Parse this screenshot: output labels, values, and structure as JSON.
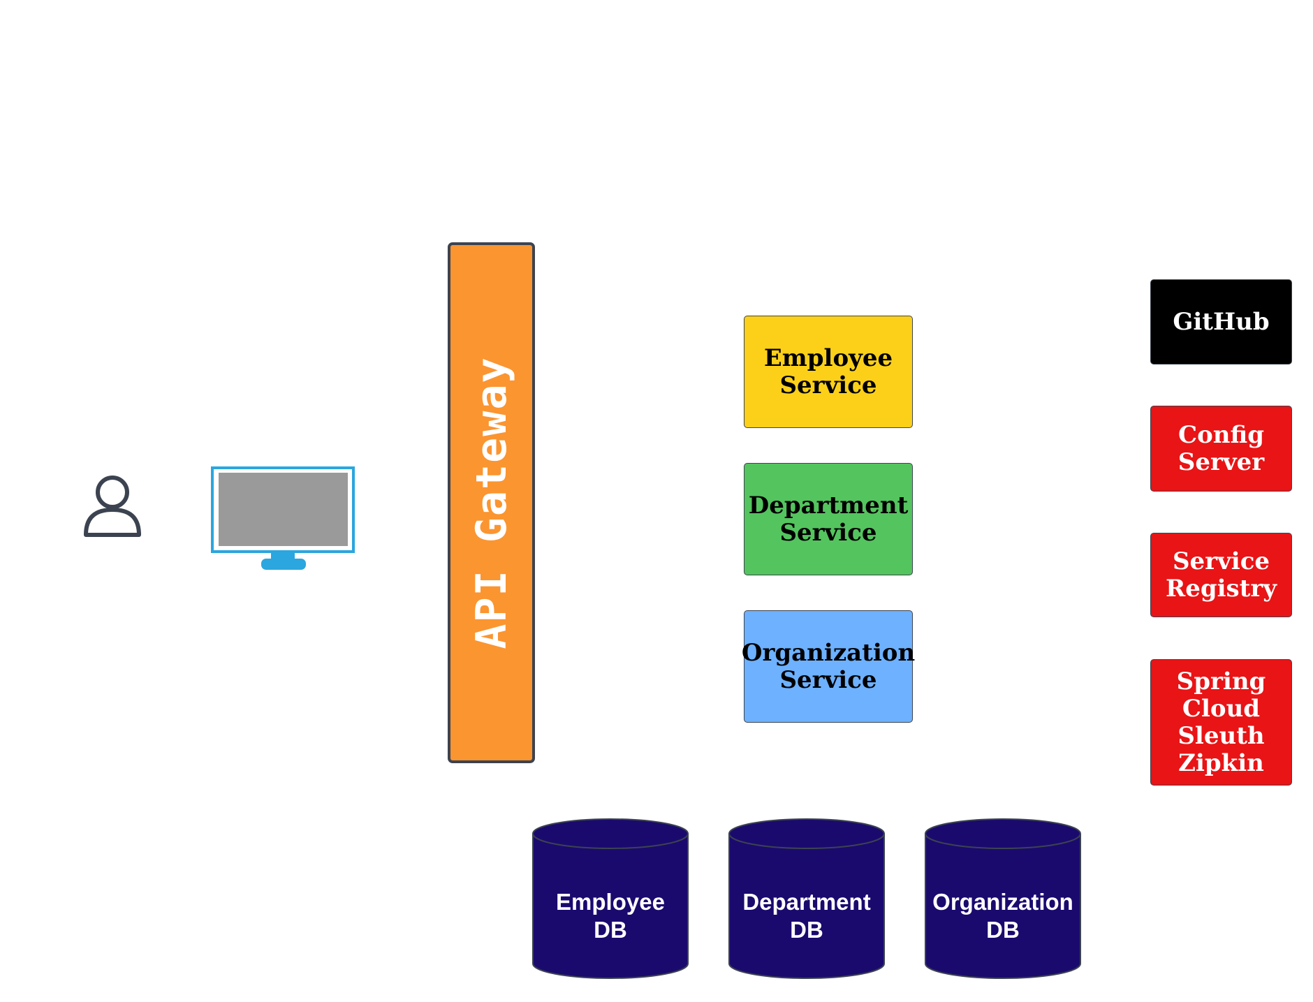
{
  "gateway": {
    "label": "API Gateway"
  },
  "services": [
    {
      "lines": [
        "Employee",
        "Service"
      ],
      "color": "#fcd019"
    },
    {
      "lines": [
        "Department",
        "Service"
      ],
      "color": "#54c45e"
    },
    {
      "lines": [
        "Organization",
        "Service"
      ],
      "color": "#6db1ff"
    }
  ],
  "infrastructure": {
    "github": {
      "lines": [
        "GitHub"
      ],
      "color": "#000000"
    },
    "config_server": {
      "lines": [
        "Config",
        "Server"
      ],
      "color": "#e81416"
    },
    "service_registry": {
      "lines": [
        "Service",
        "Registry"
      ],
      "color": "#e81416"
    },
    "sleuth": {
      "lines": [
        "Spring",
        "Cloud",
        "Sleuth",
        "Zipkin"
      ],
      "color": "#e81416"
    }
  },
  "databases": [
    {
      "lines": [
        "Employee",
        "DB"
      ]
    },
    {
      "lines": [
        "Department",
        "DB"
      ]
    },
    {
      "lines": [
        "Organization",
        "DB"
      ]
    }
  ],
  "colors": {
    "gateway": "#fb9530",
    "database": "#1a0a6e",
    "client_screen": "#9a9a9a",
    "client_frame": "#2ba6de",
    "user_icon": "#3c4350"
  },
  "icons": [
    "user-icon",
    "monitor-icon"
  ]
}
